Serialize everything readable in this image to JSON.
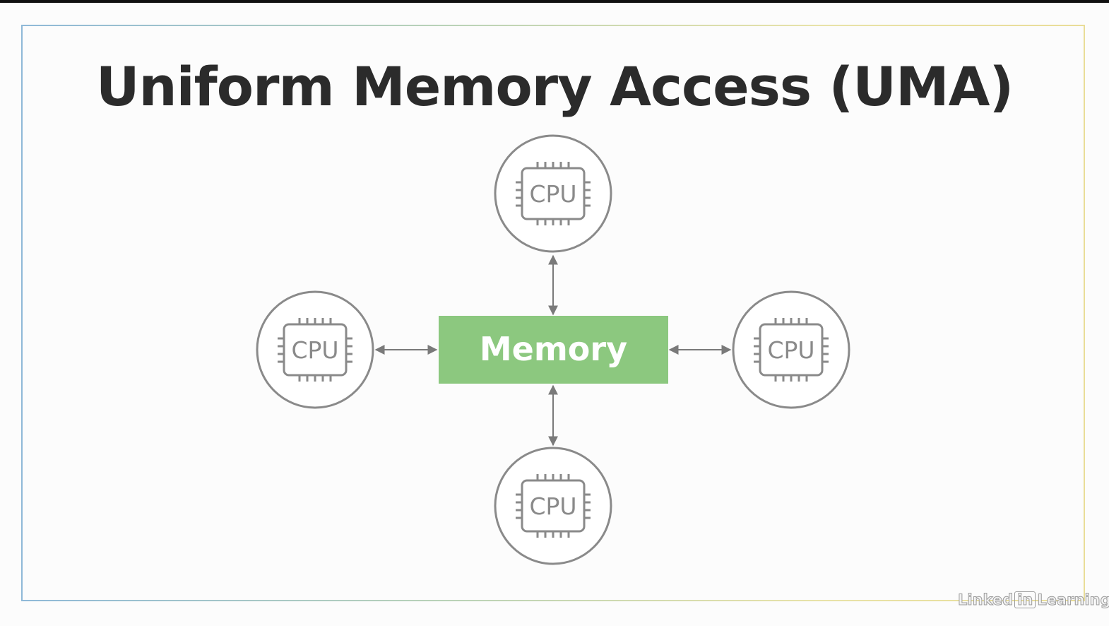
{
  "slide": {
    "title": "Uniform Memory Access (UMA)"
  },
  "diagram": {
    "memory_label": "Memory",
    "cpu_label": "CPU",
    "memory_color": "#8cc87f",
    "node_stroke_color": "#8a8a8a"
  },
  "watermark": {
    "brand_left": "Linked",
    "brand_box": "in",
    "brand_right": "Learning"
  }
}
